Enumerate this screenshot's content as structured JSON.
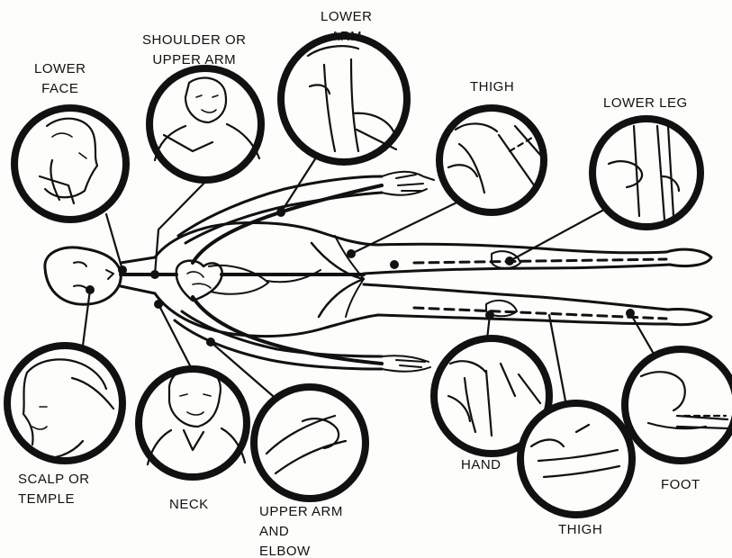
{
  "colors": {
    "ink": "#111111",
    "paper": "#fdfdfb"
  },
  "labels": {
    "shoulder_upper_arm": [
      "SHOULDER OR",
      "UPPER ARM"
    ],
    "lower_arm": [
      "LOWER",
      "ARM"
    ],
    "lower_face": [
      "LOWER",
      "FACE"
    ],
    "thigh_top": "THIGH",
    "lower_leg": "LOWER LEG",
    "scalp_temple": [
      "SCALP OR",
      "TEMPLE"
    ],
    "neck": "NECK",
    "upper_arm_elbow": [
      "UPPER ARM",
      "AND",
      "ELBOW"
    ],
    "hand": "HAND",
    "thigh_bottom": "THIGH",
    "foot": "FOOT"
  }
}
